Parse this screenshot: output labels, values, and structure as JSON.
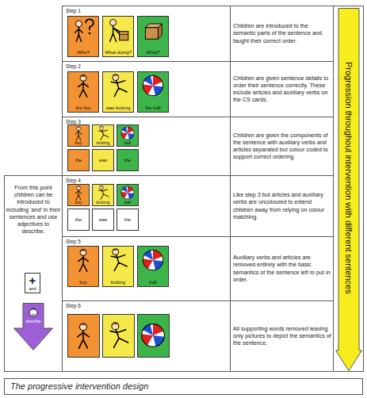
{
  "diagram": {
    "caption": "The progressive intervention design",
    "nodes": [
      {
        "text": [
          "Who?"
        ]
      },
      {
        "text": [
          "What doing?"
        ]
      },
      {
        "text": [
          "What?"
        ]
      },
      {
        "text": [
          "the boy"
        ]
      },
      {
        "text": [
          "was kicking"
        ]
      },
      {
        "text": [
          "the ball"
        ]
      },
      {
        "text": [
          "boy"
        ]
      },
      {
        "text": [
          "kicking"
        ]
      },
      {
        "text": [
          "ball"
        ]
      },
      {
        "text": [
          "the"
        ]
      },
      {
        "text": [
          "was"
        ]
      },
      {
        "text": [
          "the"
        ]
      },
      {
        "text": [
          "+",
          "and"
        ]
      },
      {
        "text": [
          "describe"
        ]
      },
      {
        "text": [
          "boy"
        ]
      },
      {
        "text": [
          "kicking"
        ]
      },
      {
        "text": [
          "ball"
        ]
      },
      {
        "text": [
          "the"
        ]
      },
      {
        "text": [
          "was"
        ]
      },
      {
        "text": [
          "the"
        ]
      },
      {
        "text": [
          "boy"
        ]
      },
      {
        "text": [
          "kicking"
        ]
      },
      {
        "text": [
          "ball"
        ]
      },
      {
        "text": [
          "Progression throughout intervention with different sentences"
        ]
      }
    ],
    "edges": [],
    "labels": [
      "Step 1",
      "Children are introduced to the semantic parts of the sentence and taught their correct order.",
      "Step 2",
      "Children are given sentence details to order their sentence correctly. These include articles and auxiliary verbs on the CS cards.",
      "Step 3",
      "Children are given the components of the sentence with auxiliary verbs and articles separated but colour coded to support correct ordering.",
      "From this point children can be introduced to including 'and' in their sentences and use adjectives to describe.",
      "Step 4",
      "Like step 3 but articles and auxiliary verbs are uncoloured to extend children away from relying on colour matching.",
      "Step 5",
      "Auxiliary verbs and articles are removed entirely with the basic semantics of the sentence left to put in order.",
      "Step 6",
      "All supporting words removed leaving only pictures to depict the semantics of the sentence."
    ]
  }
}
